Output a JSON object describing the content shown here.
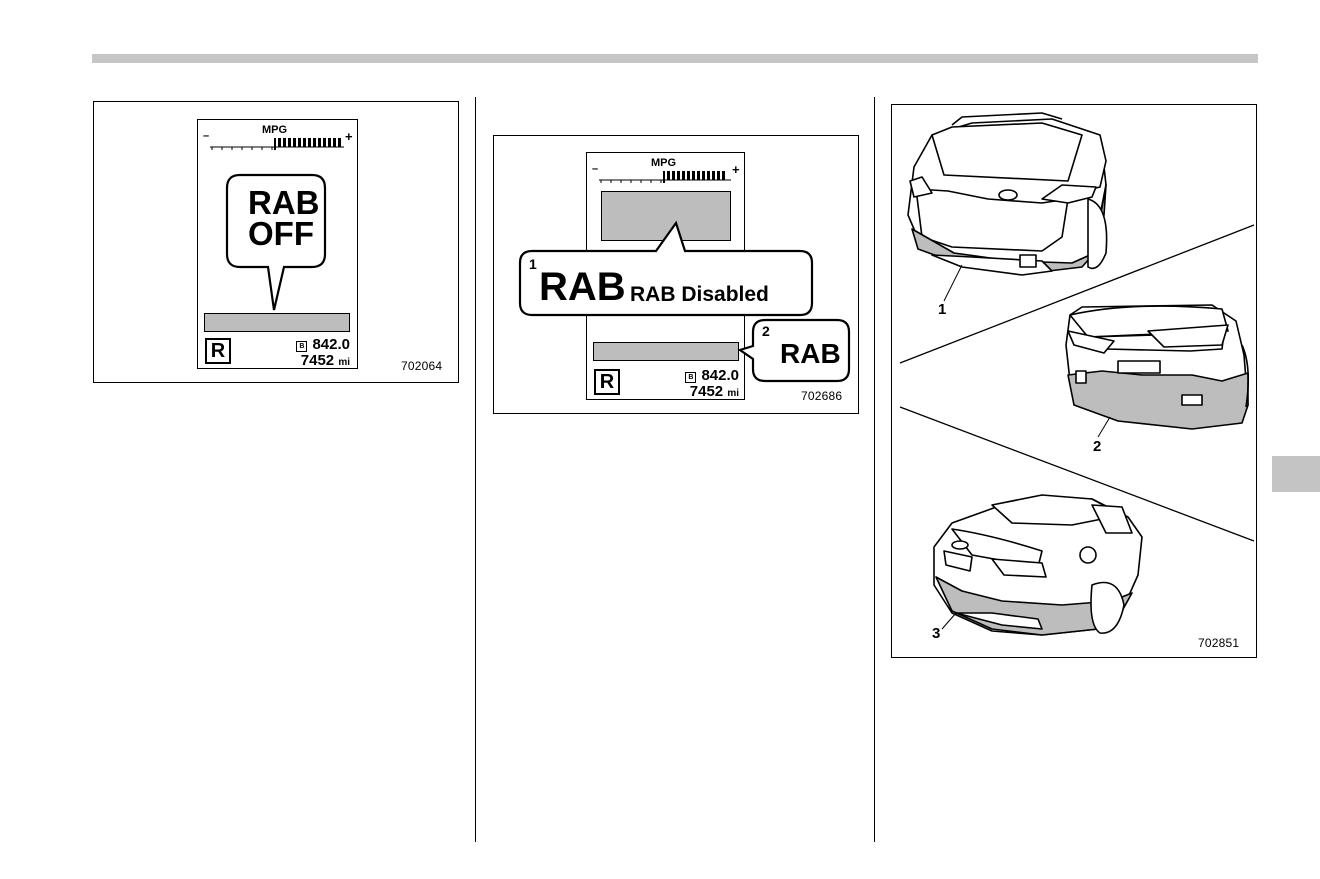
{
  "figures": [
    {
      "number": "702064",
      "display": {
        "mpg_label": "MPG",
        "minus": "–",
        "plus": "+",
        "bubble_line1": "RAB",
        "bubble_line2": "OFF",
        "gear": "R",
        "odo_line1": "842.0",
        "odo_line2": "7452",
        "odo_unit": "mi",
        "b_icon": "B"
      }
    },
    {
      "number": "702686",
      "display": {
        "mpg_label": "MPG",
        "minus": "–",
        "plus": "+",
        "callout1_num": "1",
        "callout1_big": "RAB",
        "callout1_text": "RAB Disabled",
        "callout2_num": "2",
        "callout2_big": "RAB",
        "gear": "R",
        "odo_line1": "842.0",
        "odo_line2": "7452",
        "odo_unit": "mi",
        "b_icon": "B"
      }
    },
    {
      "number": "702851",
      "labels": [
        "1",
        "2",
        "3"
      ]
    }
  ]
}
